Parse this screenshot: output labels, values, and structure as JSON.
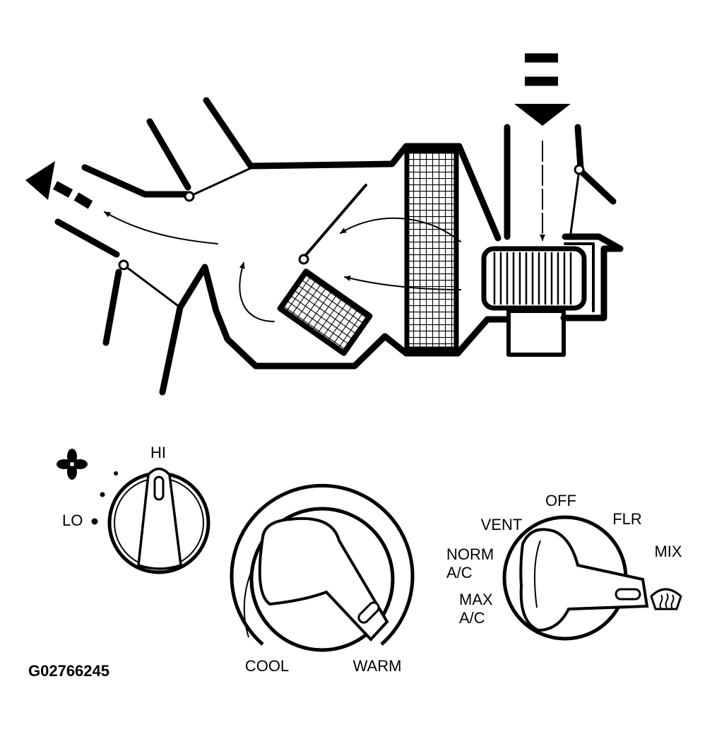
{
  "colors": {
    "ink": "#000000",
    "paper": "#ffffff"
  },
  "blower_knob": {
    "icon": "fan-icon",
    "high_label": "HI",
    "low_label": "LO"
  },
  "temperature_knob": {
    "cool_label": "COOL",
    "warm_label": "WARM"
  },
  "mode_knob": {
    "off_label": "OFF",
    "vent_label": "VENT",
    "floor_label": "FLR",
    "mix_label": "MIX",
    "norm_ac_line1": "NORM",
    "norm_ac_line2": "A/C",
    "max_ac_line1": "MAX",
    "max_ac_line2": "A/C",
    "defrost_icon": "defrost-icon"
  },
  "figure_code": "G02766245"
}
